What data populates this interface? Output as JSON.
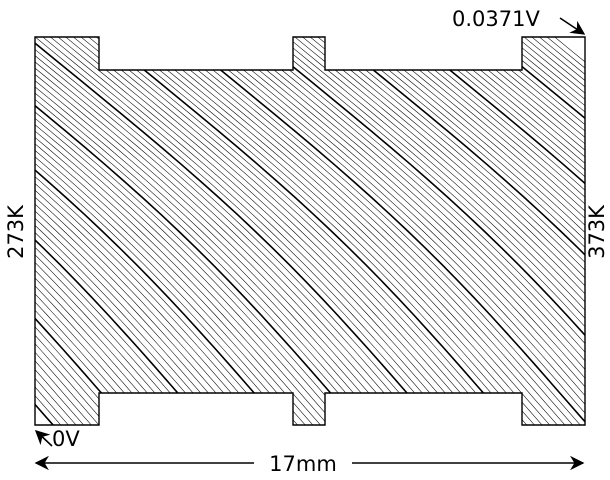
{
  "labels": {
    "top_right_voltage": "0.0371V",
    "bottom_left_voltage": "0V",
    "left_temperature": "273K",
    "right_temperature": "373K",
    "width_dimension": "17mm"
  },
  "colors": {
    "ink": "#000000",
    "background": "#ffffff"
  },
  "contour_plot": {
    "type": "equipotential-contours",
    "contour_count": 120,
    "emphasized_every": 10
  }
}
